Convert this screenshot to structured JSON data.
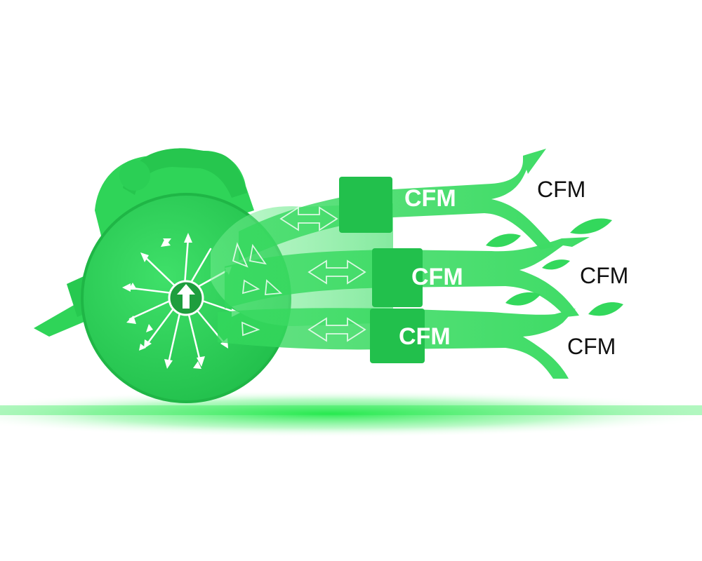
{
  "labels": {
    "stream_top_on_band": "CFM",
    "stream_mid_on_band": "CFM",
    "stream_bot_on_band": "CFM",
    "stream_top_outside": "CFM",
    "stream_mid_outside": "CFM",
    "stream_bot_outside": "CFM"
  },
  "colors": {
    "primary_green": "#2fd458",
    "dark_green": "#1fb646",
    "light_green": "#5ee87f",
    "label_white": "#ffffff",
    "label_black": "#111111",
    "ground_glow": "#14e840"
  }
}
